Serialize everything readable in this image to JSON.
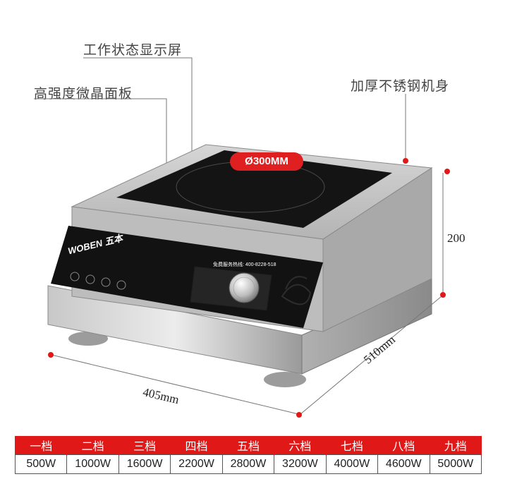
{
  "callouts": {
    "display": "工作状态显示屏",
    "panel": "高强度微晶面板",
    "body": "加厚不锈钢机身"
  },
  "dimensions": {
    "height": "200",
    "depth": "510mm",
    "width": "405mm"
  },
  "product": {
    "cooktop_size": "Ø300MM",
    "brand": "WOBEN 五本",
    "hotline": "免费服务热线: 400-8228-518"
  },
  "power_table": {
    "levels": [
      "一档",
      "二档",
      "三档",
      "四档",
      "五档",
      "六档",
      "七档",
      "八档",
      "九档"
    ],
    "watts": [
      "500W",
      "1000W",
      "1600W",
      "2200W",
      "2800W",
      "3200W",
      "4000W",
      "4600W",
      "5000W"
    ]
  },
  "colors": {
    "accent_red": "#e11818",
    "dim_line": "#777777"
  }
}
